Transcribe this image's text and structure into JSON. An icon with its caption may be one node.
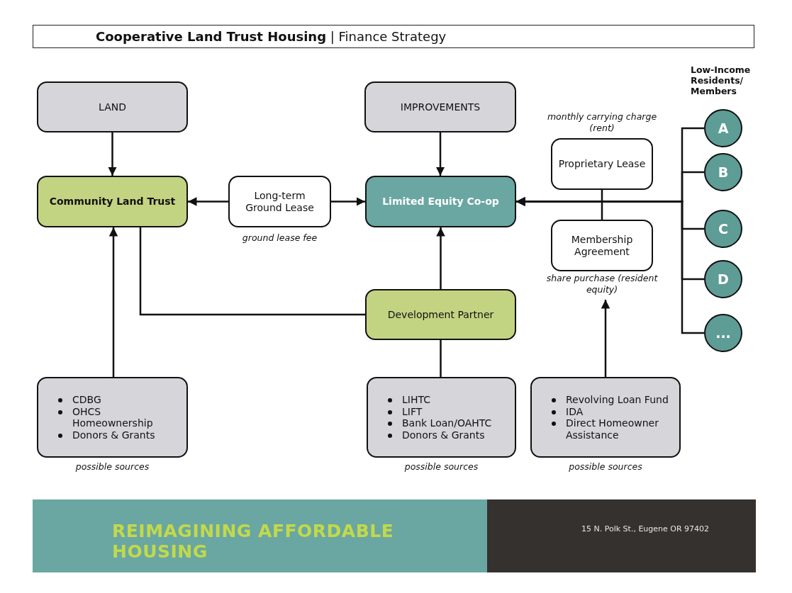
{
  "diagram": {
    "title": "**Cooperative Land Trust Housing** | Finance Strategy",
    "nodes": [
      {
        "text": [
          "LAND"
        ]
      },
      {
        "text": [
          "IMPROVEMENTS"
        ]
      },
      {
        "text": [
          "Community Land Trust"
        ]
      },
      {
        "text": [
          "Long-term Ground Lease"
        ],
        "beside": [
          "ground lease fee"
        ]
      },
      {
        "text": [
          "Limited Equity Co-op"
        ]
      },
      {
        "text": [
          "Proprietary Lease"
        ],
        "beside": [
          "monthly carrying charge (rent)"
        ]
      },
      {
        "text": [
          "Membership Agreement"
        ],
        "beside": [
          "share purchase (resident equity)"
        ]
      },
      {
        "text": [
          "A"
        ]
      },
      {
        "text": [
          "B"
        ]
      },
      {
        "text": [
          "C"
        ]
      },
      {
        "text": [
          "D"
        ]
      },
      {
        "text": [
          "..."
        ]
      },
      {
        "text": [
          "Development Partner"
        ]
      },
      {
        "text": [
          "CDBG",
          "OHCS Homeownership",
          "Donors & Grants"
        ],
        "beside": [
          "possible sources"
        ]
      },
      {
        "text": [
          "LIHTC",
          "LIFT",
          "Bank Loan/OAHTC",
          "Donors & Grants"
        ],
        "beside": [
          "possible sources"
        ]
      },
      {
        "text": [
          "Revolving Loan Fund",
          "IDA",
          "Direct Homeowner Assistance"
        ],
        "beside": [
          "possible sources"
        ]
      }
    ],
    "edges": [
      {
        "from": 0,
        "to": 2,
        "arrow": "to"
      },
      {
        "from": 1,
        "to": 4,
        "arrow": "to"
      },
      {
        "from": 3,
        "to": 2,
        "arrow": "to"
      },
      {
        "from": 3,
        "to": 4,
        "arrow": "to"
      },
      {
        "from": 7,
        "to": 4,
        "arrow": "to"
      },
      {
        "from": 8,
        "to": 4,
        "arrow": "to"
      },
      {
        "from": 9,
        "to": 4,
        "arrow": "to"
      },
      {
        "from": 10,
        "to": 4,
        "arrow": "to"
      },
      {
        "from": 11,
        "to": 4,
        "arrow": "to"
      },
      {
        "from": 5,
        "to": 6,
        "arrow": "none"
      },
      {
        "from": 2,
        "to": 12,
        "arrow": "none"
      },
      {
        "from": 12,
        "to": 4,
        "arrow": "to"
      },
      {
        "from": 13,
        "to": 2,
        "arrow": "to"
      },
      {
        "from": 14,
        "to": 12,
        "arrow": "none"
      },
      {
        "from": 15,
        "to": 6,
        "arrow": "to"
      }
    ],
    "labels": [
      "Low-Income Residents/ Members",
      "REIMAGINING AFFORDABLE HOUSING",
      "15 N. Polk St., Eugene OR 97402"
    ]
  }
}
